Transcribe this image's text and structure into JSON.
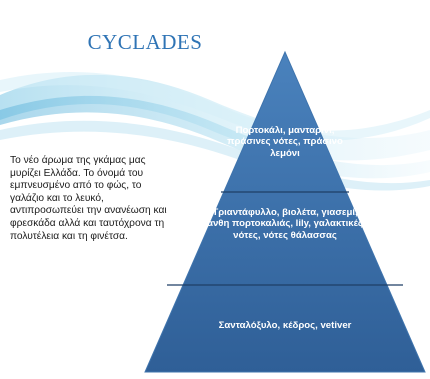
{
  "slide": {
    "title": "CYCLADES",
    "description": "Το νέο άρωμα της γκάμας μας μυρίζει Ελλάδα. Το όνομά του εμπνευσμένο από το φώς, το γαλάζιο και το λευκό, αντιπροσωπεύει την ανανέωση και φρεσκάδα αλλά  και ταυτόχρονα τη πολυτέλεια και τη φινέτσα."
  },
  "pyramid": {
    "top_notes": "Πορτοκάλι, μανταρίνι, πράσινες νότες, πράσινο λεμόνι",
    "middle_notes": "Τριαντάφυλλο, βιολέτα, γιασεμί, άνθη πορτοκαλιάς, lily, γαλακτικές νότες, νότες θάλασσας",
    "base_notes": "Σανταλόξυλο, κέδρος, vetiver"
  },
  "colors": {
    "title": "#2f74b5",
    "pyramid_fill": "#3a6ea8",
    "pyramid_divider": "#1f3f66",
    "wave_light": "#bfe3f2",
    "wave_mid": "#7cc4e2"
  }
}
